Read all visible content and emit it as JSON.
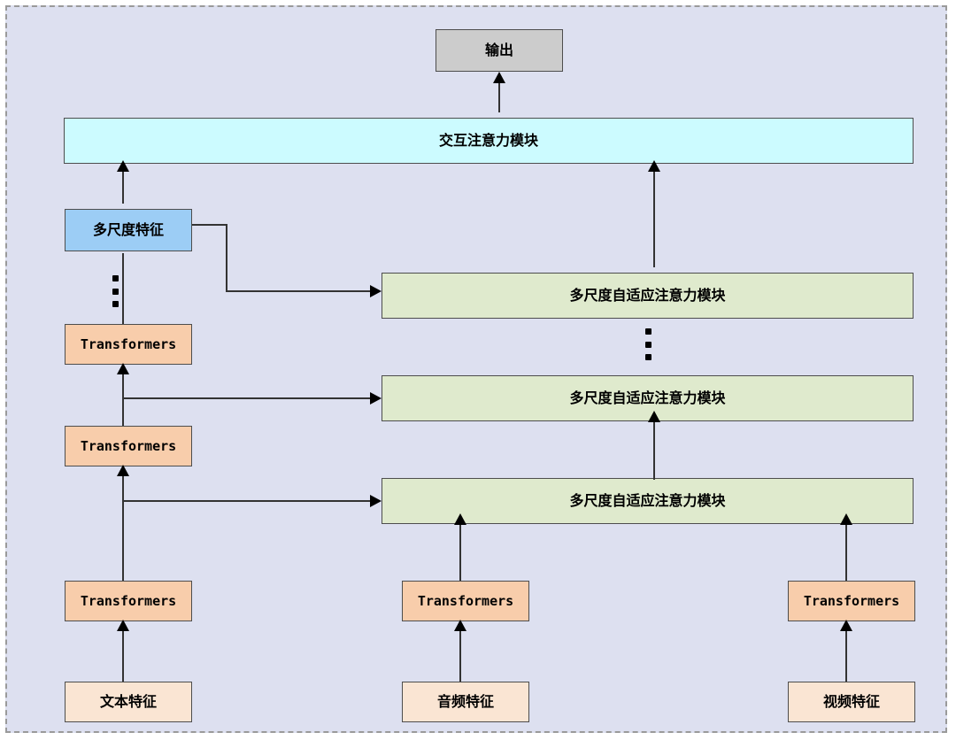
{
  "diagram": {
    "title_text": "",
    "colors": {
      "background": "#dde0f0",
      "border": "#9a9a9a",
      "output": "#cccccc",
      "interaction": "#ccfbff",
      "multiscale_feature": "#9ccdf5",
      "attention_module": "#dfeacd",
      "transformer": "#f8cdab",
      "input_feature": "#fae5d3",
      "line": "#333333"
    },
    "nodes": {
      "output": "输出",
      "interaction_attention": "交互注意力模块",
      "multiscale_feature": "多尺度特征",
      "attention_top": "多尺度自适应注意力模块",
      "attention_mid": "多尺度自适应注意力模块",
      "attention_bottom": "多尺度自适应注意力模块",
      "text_transformer_3": "Transformers",
      "text_transformer_2": "Transformers",
      "text_transformer_1": "Transformers",
      "audio_transformer": "Transformers",
      "video_transformer": "Transformers",
      "text_feature": "文本特征",
      "audio_feature": "音频特征",
      "video_feature": "视频特征"
    },
    "ellipsis": {
      "left_column": "⋮",
      "right_column": "⋮"
    }
  }
}
